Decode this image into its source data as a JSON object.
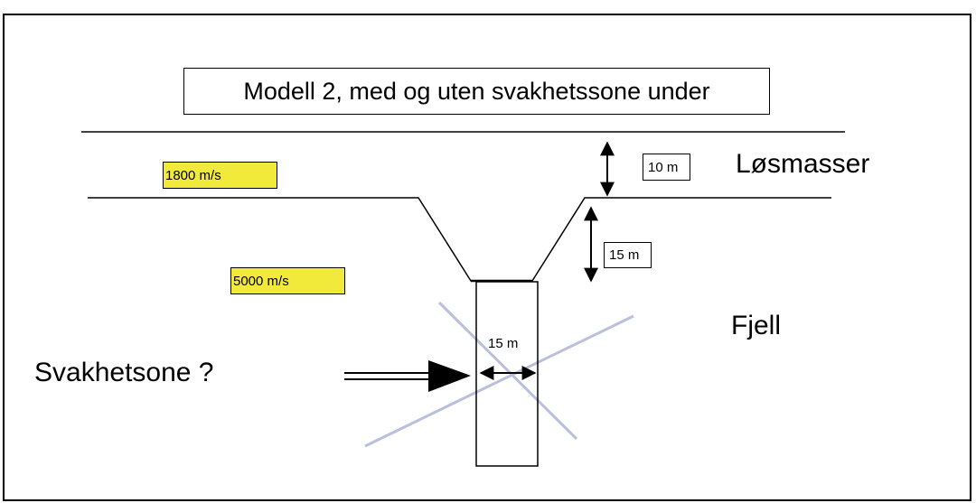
{
  "title": "Modell 2, med og uten svakhetssone under",
  "layers": {
    "top_velocity": "1800 m/s",
    "bottom_velocity": "5000 m/s",
    "top_name": "Løsmasser",
    "bottom_name": "Fjell"
  },
  "dimensions": {
    "overburden_thickness": "10 m",
    "trench_depth": "15 m",
    "zone_width": "15 m"
  },
  "weak_zone_label": "Svakhetsone ?",
  "colors": {
    "velocity_box": "#f2ea3a",
    "cross_lines": "#b9bfdc",
    "lines": "#000000"
  }
}
